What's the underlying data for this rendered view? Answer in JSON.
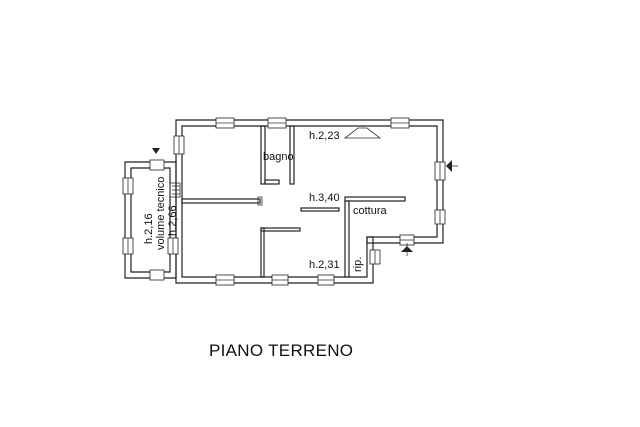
{
  "plan": {
    "title": "PIANO TERRENO",
    "labels": {
      "bagno": "bagno",
      "h_bagno": "h.2,23",
      "h_main": "h.3,40",
      "cottura": "cottura",
      "h_lower": "h.2,31",
      "rip": "rip.",
      "volume_tecnico": "volume tecnico",
      "h_vt_1": "h.2,16",
      "h_vt_2": "h.2,66"
    }
  }
}
